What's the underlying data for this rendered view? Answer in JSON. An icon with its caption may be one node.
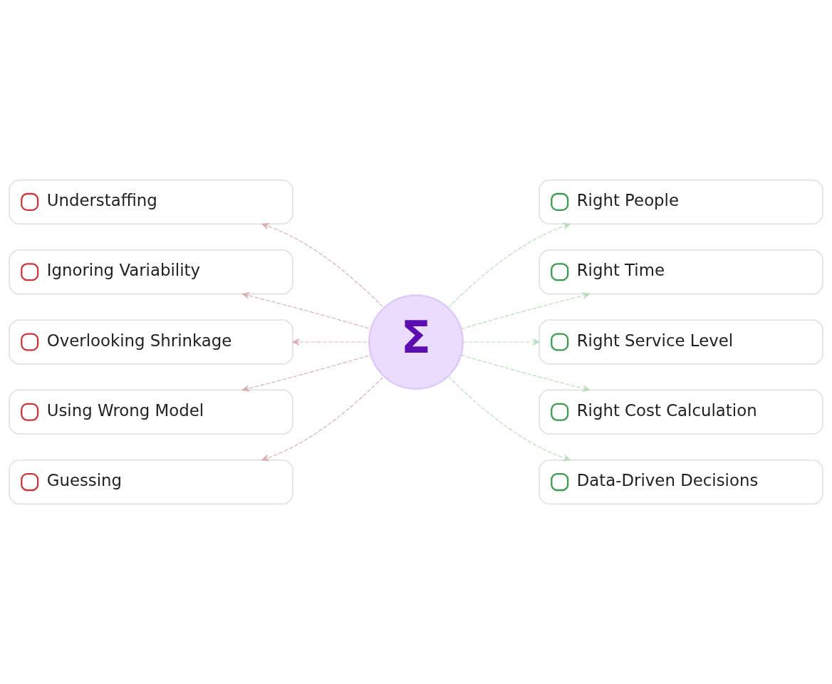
{
  "diagram": {
    "nodes": [
      {
        "text": [
          "Understaffing"
        ]
      },
      {
        "text": [
          "Ignoring Variability"
        ]
      },
      {
        "text": [
          "Overlooking Shrinkage"
        ]
      },
      {
        "text": [
          "Using Wrong Model"
        ]
      },
      {
        "text": [
          "Guessing"
        ]
      },
      {
        "text": [
          "Σ"
        ]
      },
      {
        "text": [
          "Right People"
        ]
      },
      {
        "text": [
          "Right Time"
        ]
      },
      {
        "text": [
          "Right Service Level"
        ]
      },
      {
        "text": [
          "Right Cost Calculation"
        ]
      },
      {
        "text": [
          "Data-Driven Decisions"
        ]
      }
    ],
    "edges": [
      {
        "from": 5,
        "to": 0,
        "arrow": "to",
        "style": "dashed",
        "color": "#d9aeb0"
      },
      {
        "from": 5,
        "to": 1,
        "arrow": "to",
        "style": "dashed",
        "color": "#d9aeb0"
      },
      {
        "from": 5,
        "to": 2,
        "arrow": "to",
        "style": "dashed",
        "color": "#d9aeb0"
      },
      {
        "from": 5,
        "to": 3,
        "arrow": "to",
        "style": "dashed",
        "color": "#d9aeb0"
      },
      {
        "from": 5,
        "to": 4,
        "arrow": "to",
        "style": "dashed",
        "color": "#d9aeb0"
      },
      {
        "from": 5,
        "to": 6,
        "arrow": "to",
        "style": "dashed",
        "color": "#b5dcb8"
      },
      {
        "from": 5,
        "to": 7,
        "arrow": "to",
        "style": "dashed",
        "color": "#b5dcb8"
      },
      {
        "from": 5,
        "to": 8,
        "arrow": "to",
        "style": "dashed",
        "color": "#b5dcb8"
      },
      {
        "from": 5,
        "to": 9,
        "arrow": "to",
        "style": "dashed",
        "color": "#b5dcb8"
      },
      {
        "from": 5,
        "to": 10,
        "arrow": "to",
        "style": "dashed",
        "color": "#b5dcb8"
      }
    ]
  }
}
